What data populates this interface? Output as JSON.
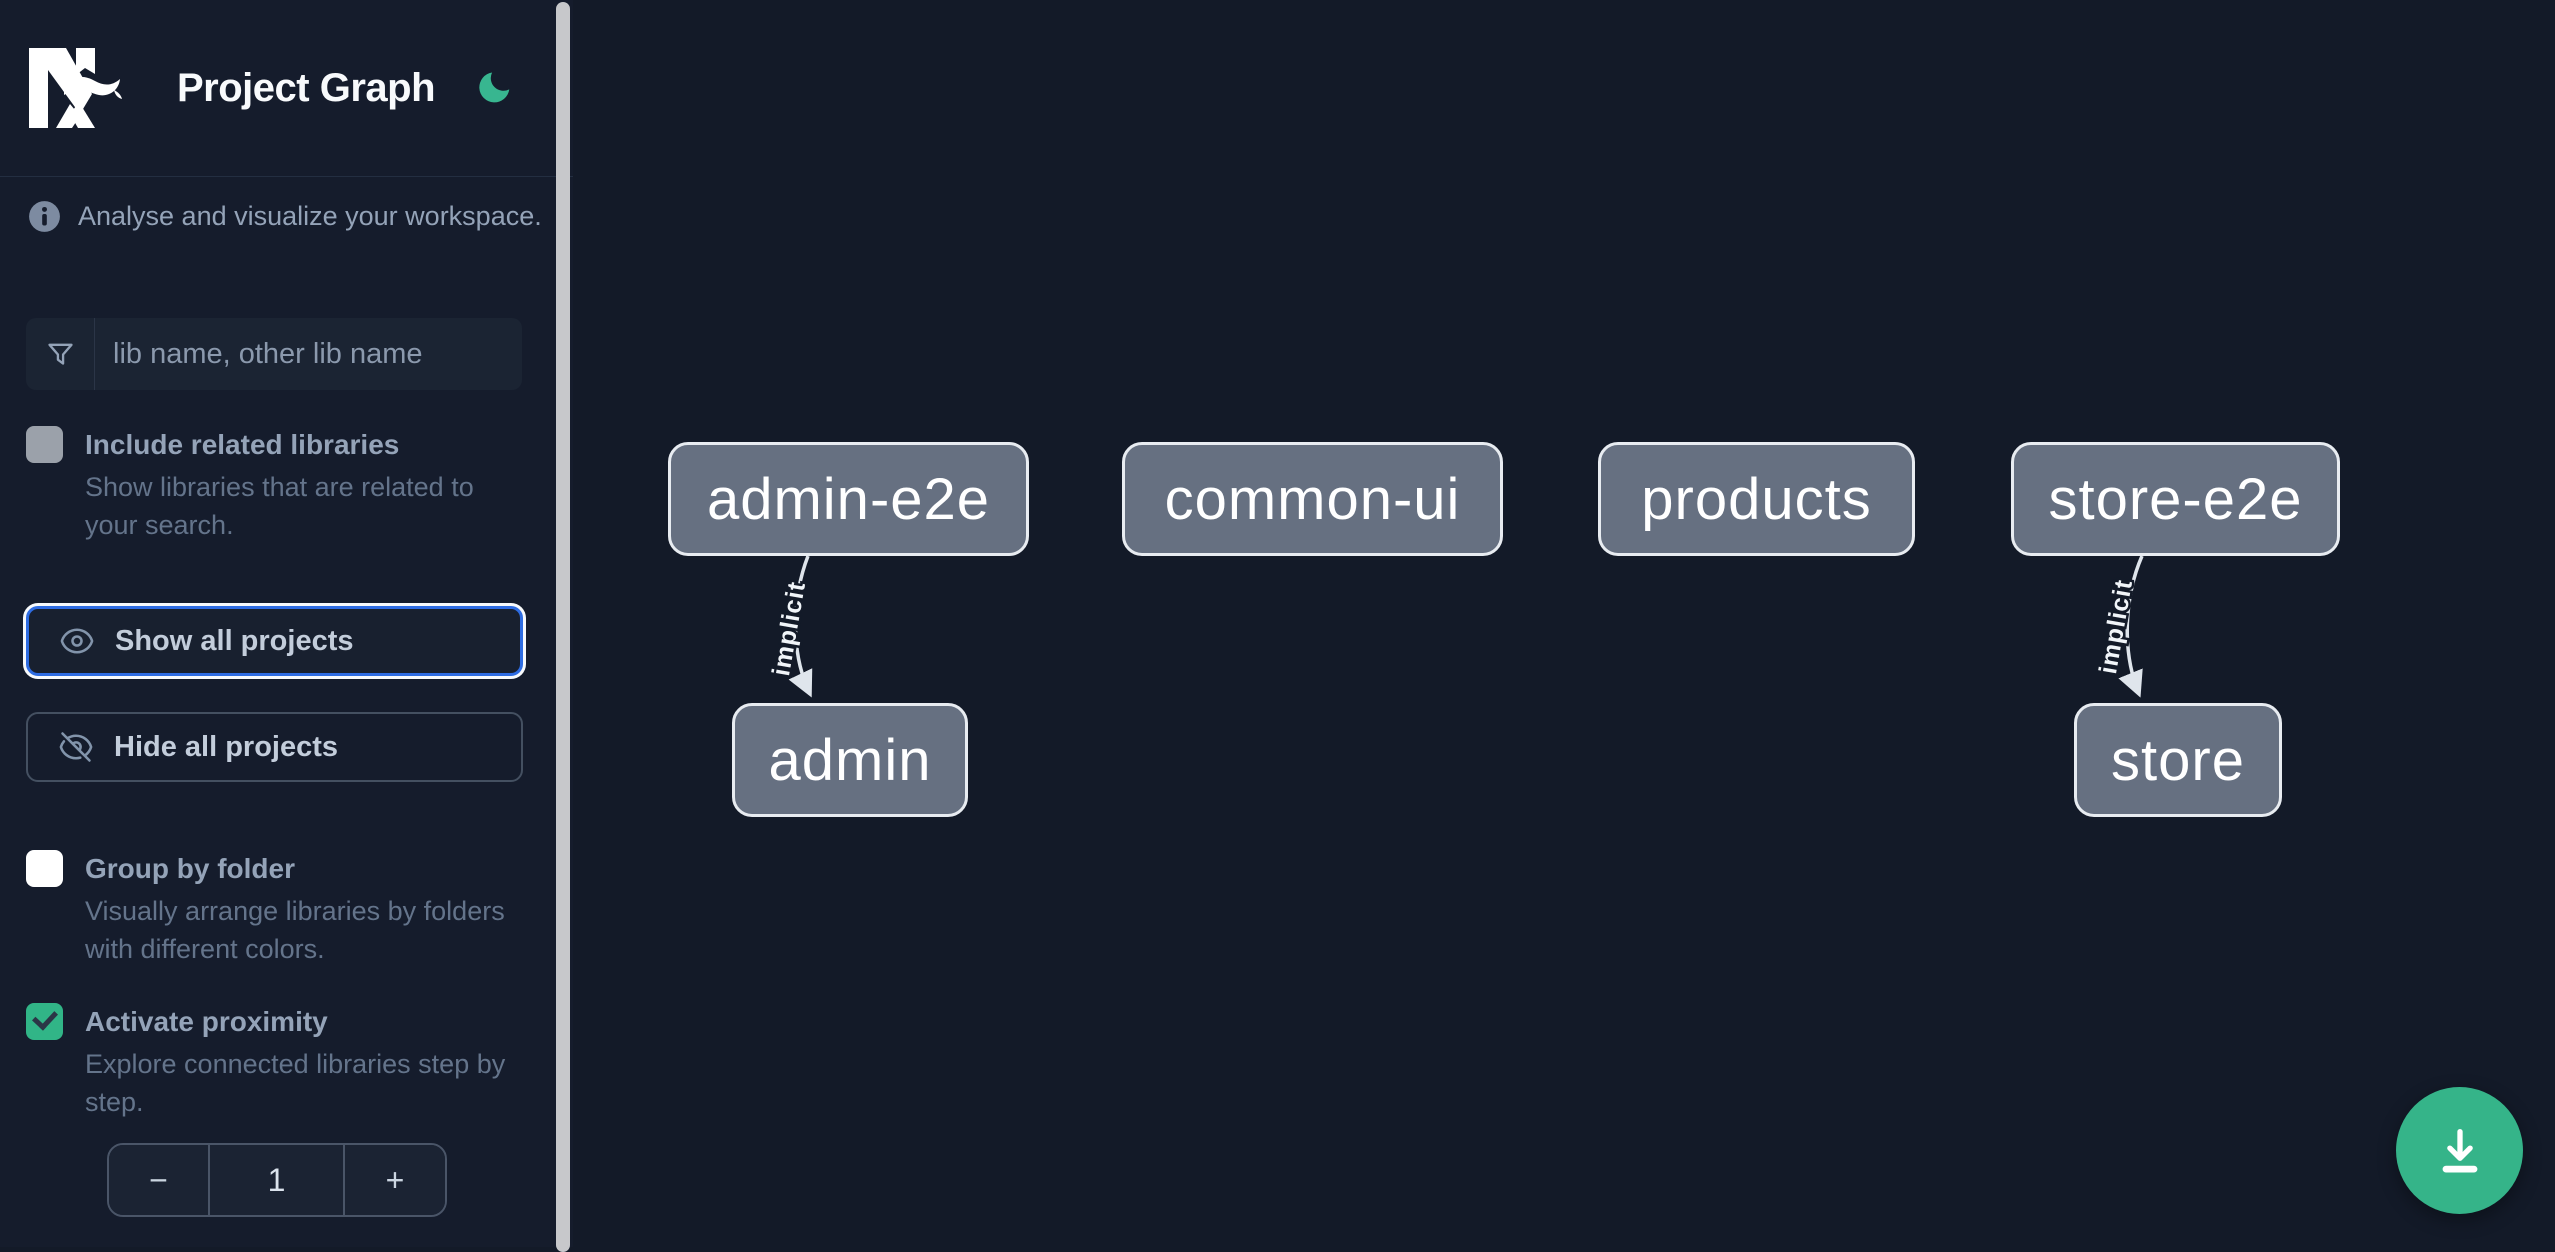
{
  "header": {
    "title": "Project Graph",
    "logo_icon": "nx-logo",
    "theme_icon": "moon-icon"
  },
  "sidebar": {
    "tagline": "Analyse and visualize your workspace.",
    "tagline_icon": "info-icon",
    "search": {
      "placeholder": "lib name, other lib name",
      "value": "",
      "icon": "filter-funnel-icon"
    },
    "include_related": {
      "label": "Include related libraries",
      "description": "Show libraries that are related to your search.",
      "checked": false
    },
    "show_all": {
      "label": "Show all projects",
      "icon": "eye-icon",
      "focused": true
    },
    "hide_all": {
      "label": "Hide all projects",
      "icon": "eye-slash-icon"
    },
    "group_by_folder": {
      "label": "Group by folder",
      "description": "Visually arrange libraries by folders with different colors.",
      "checked": false
    },
    "activate_proximity": {
      "label": "Activate proximity",
      "description": "Explore connected libraries step by step.",
      "checked": true
    },
    "proximity_stepper": {
      "decrement": "−",
      "value": "1",
      "increment": "+"
    }
  },
  "graph": {
    "nodes": [
      {
        "id": "admin-e2e",
        "label": "admin-e2e"
      },
      {
        "id": "common-ui",
        "label": "common-ui"
      },
      {
        "id": "products",
        "label": "products"
      },
      {
        "id": "store-e2e",
        "label": "store-e2e"
      },
      {
        "id": "admin",
        "label": "admin"
      },
      {
        "id": "store",
        "label": "store"
      }
    ],
    "edges": [
      {
        "source": "admin-e2e",
        "target": "admin",
        "label": "implicit",
        "type": "implicit"
      },
      {
        "source": "store-e2e",
        "target": "store",
        "label": "implicit",
        "type": "implicit"
      }
    ]
  },
  "fab": {
    "icon": "download-icon"
  },
  "colors": {
    "accent_green": "#35b489",
    "focus_blue": "#2e6ce2",
    "node_fill": "#667081",
    "node_border": "#e8ecf1",
    "background": "#131a28",
    "muted_text": "#94a3b8",
    "faint_text": "#64748b"
  }
}
